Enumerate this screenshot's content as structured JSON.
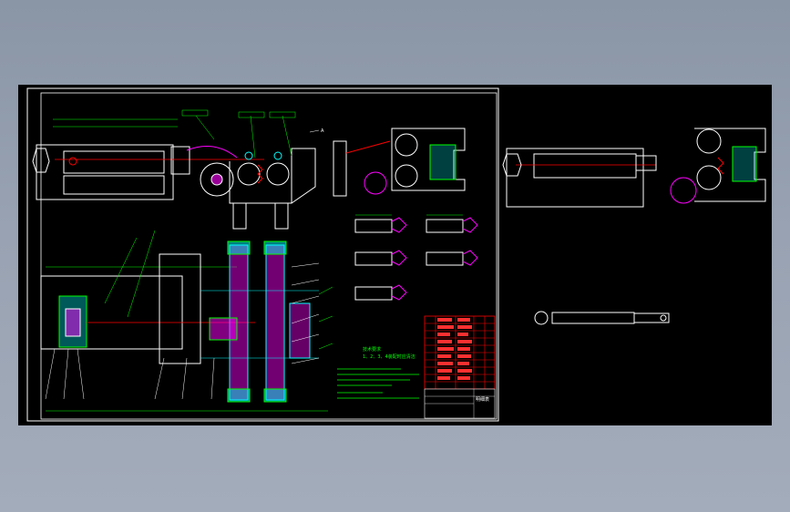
{
  "colors": {
    "background": "#000000",
    "frame": "#ffffff",
    "annotation": "#00ff00",
    "hidden_line": "#ff0000",
    "part_fill": "#ff00ff",
    "center_line": "#00ffff",
    "title_block": "#ff0000"
  },
  "drawing": {
    "heading_text": "技术要求",
    "note_text": "1、2、3、4装配时应清洁",
    "table_title": "明细表",
    "balloon_label": "A"
  },
  "icons": {
    "cylinder": "pneumatic-cylinder-icon",
    "gripper": "gripper-jaw-icon",
    "gear": "gear-icon"
  }
}
